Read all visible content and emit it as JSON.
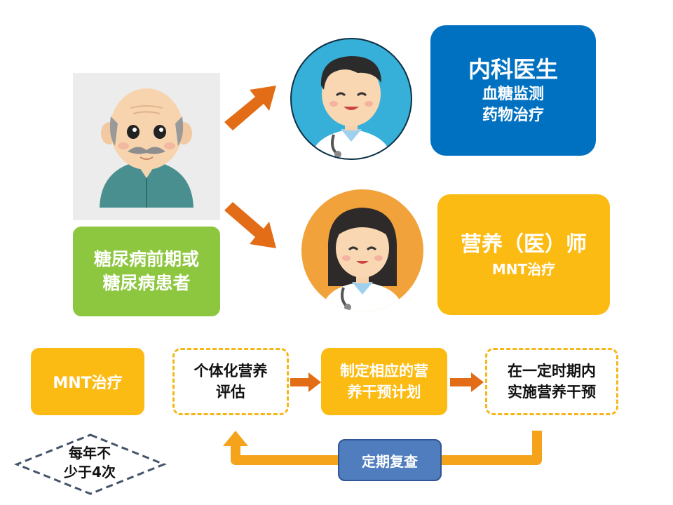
{
  "patient": {
    "label_line1": "糖尿病前期或",
    "label_line2": "糖尿病患者"
  },
  "internist": {
    "title": "内科医生",
    "line1": "血糖监测",
    "line2": "药物治疗"
  },
  "dietitian": {
    "title": "营养（医）师",
    "line1": "MNT治疗"
  },
  "process": {
    "mnt_label": "MNT治疗",
    "step1_line1": "个体化营养",
    "step1_line2": "评估",
    "step2_line1": "制定相应的营",
    "step2_line2": "养干预计划",
    "step3_line1": "在一定时期内",
    "step3_line2": "实施营养干预",
    "review_label": "定期复查",
    "frequency_line1": "每年不",
    "frequency_line2": "少于4次"
  },
  "colors": {
    "orange": "#e36c17",
    "blue": "#0071c1",
    "yellow": "#fbbb13",
    "green": "#8dc63f",
    "review_blue": "#4f7dbd",
    "diamond_border": "#44546a"
  }
}
